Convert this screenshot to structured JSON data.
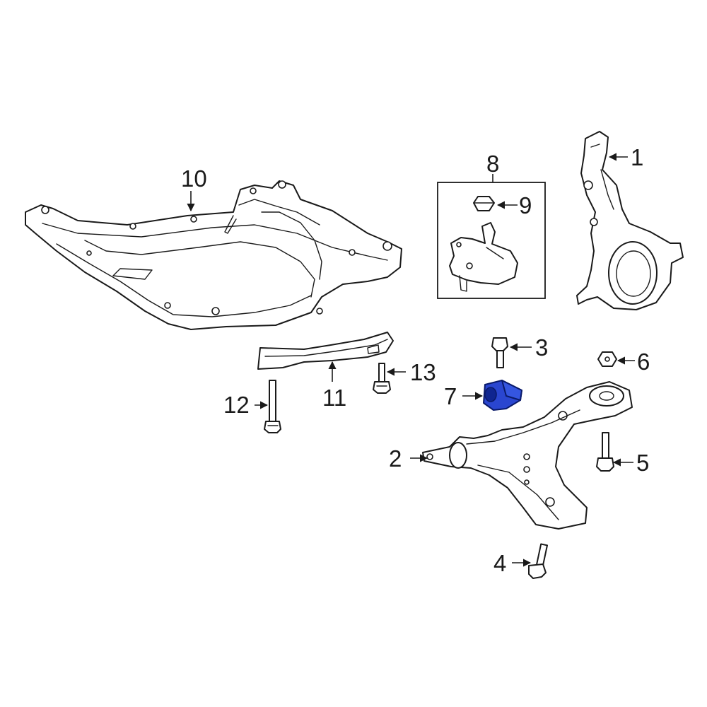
{
  "callouts": {
    "c1": "1",
    "c2": "2",
    "c3": "3",
    "c4": "4",
    "c5": "5",
    "c6": "6",
    "c7": "7",
    "c8": "8",
    "c9": "9",
    "c10": "10",
    "c11": "11",
    "c12": "12",
    "c13": "13"
  },
  "parts": {
    "p1": "steering-knuckle",
    "p2": "lower-control-arm",
    "p3": "bolt",
    "p4": "bolt",
    "p5": "bolt",
    "p6": "nut",
    "p7": "bushing",
    "p8": "ball-joint-assembly",
    "p9": "nut",
    "p10": "crossmember",
    "p11": "brace",
    "p12": "bolt",
    "p13": "bolt"
  },
  "colors": {
    "highlight": "#2a46d0",
    "line": "#1a1a1a",
    "background": "#ffffff"
  }
}
